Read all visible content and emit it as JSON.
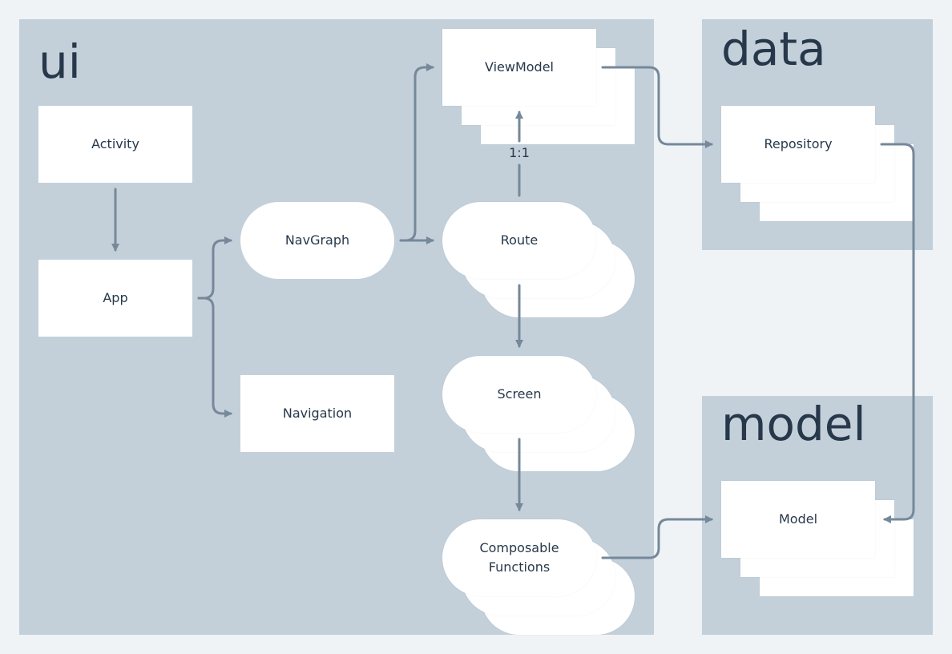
{
  "panels": {
    "ui": "ui",
    "data": "data",
    "model": "model"
  },
  "nodes": {
    "activity": "Activity",
    "app": "App",
    "navgraph": "NavGraph",
    "navigation": "Navigation",
    "viewmodel": "ViewModel",
    "route": "Route",
    "screen": "Screen",
    "composable": "Composable\nFunctions",
    "repository": "Repository",
    "model": "Model"
  },
  "edges": {
    "viewmodel_route_ratio": "1:1"
  },
  "colors": {
    "page_background": "#eff3f6",
    "panel_fill": "#c3d0da",
    "node_fill": "#ffffff",
    "arrow": "#76889a",
    "text": "#27384a"
  }
}
